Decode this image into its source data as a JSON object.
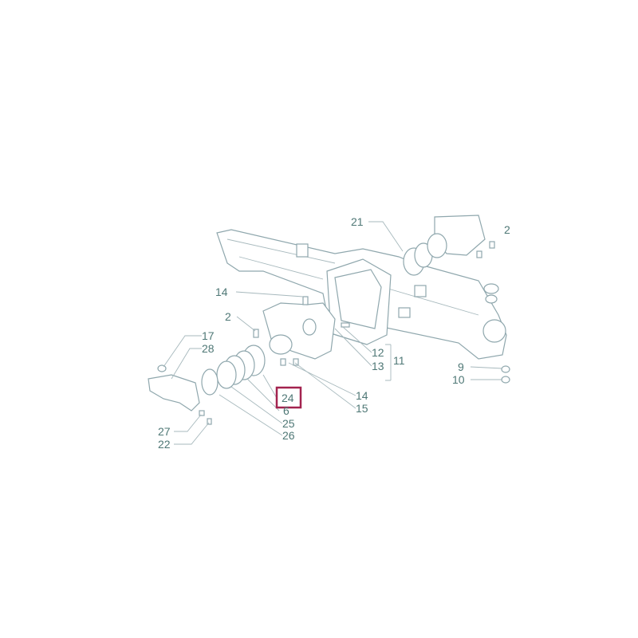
{
  "diagram": {
    "highlight_color": "#a3234f",
    "label_color": "#4f7876",
    "line_color": "#8fa7ad",
    "highlighted_label": "24",
    "labels": {
      "l21": "21",
      "l2_cut": "2",
      "l14_top": "14",
      "l2": "2",
      "l17": "17",
      "l28": "28",
      "l12": "12",
      "l13": "13",
      "l11": "11",
      "l9": "9",
      "l10": "10",
      "l24": "24",
      "l6": "6",
      "l14_bottom": "14",
      "l15": "15",
      "l25": "25",
      "l26": "26",
      "l27": "27",
      "l22": "22"
    }
  }
}
